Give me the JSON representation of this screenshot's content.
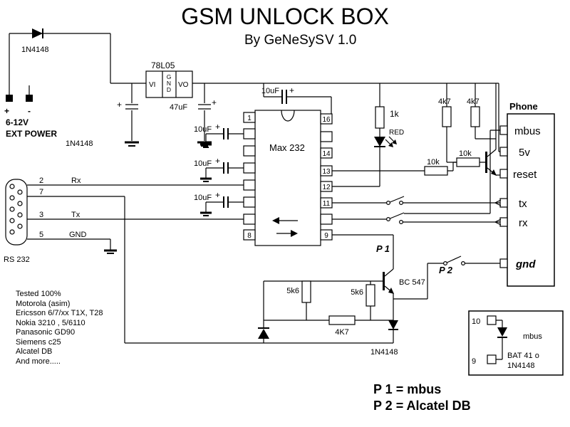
{
  "title": "GSM UNLOCK BOX",
  "byline": {
    "by": "By GeNeSyS",
    "version": "V 1.0"
  },
  "power": {
    "plus": "+",
    "minus": "-",
    "voltage": "6-12V",
    "label": "EXT POWER"
  },
  "diodes": {
    "d1": "1N4148",
    "d2": "1N4148",
    "d3": "1N4148"
  },
  "regulator": {
    "name": "78L05",
    "vi": "VI",
    "g": "G",
    "n": "N",
    "d": "D",
    "vo": "VO",
    "cap_47uf": "47uF"
  },
  "capacitors": {
    "plus": "+",
    "c_top": "10uF",
    "c_a": "10uF",
    "c_b": "10uF",
    "c_c": "10uF"
  },
  "ic": {
    "name": "Max 232",
    "pin1": "1",
    "pin8": "8",
    "pin16": "16",
    "pin14": "14",
    "pin13": "13",
    "pin12": "12",
    "pin11": "11",
    "pin9": "9"
  },
  "serial": {
    "connector": "RS 232",
    "pin2": "2",
    "rx": "Rx",
    "pin7": "7",
    "pin3": "3",
    "tx": "Tx",
    "pin5": "5",
    "gnd": "GND"
  },
  "resistors": {
    "r_1k": "1k",
    "led": "RED",
    "r_4k7_a": "4k7",
    "r_4k7_b": "4k7",
    "r_10k_a": "10k",
    "r_10k_b": "10k",
    "r_5k6_a": "5k6",
    "r_5k6_b": "5k6",
    "r_4k7_c": "4K7"
  },
  "transistor": {
    "bc547": "BC 547"
  },
  "phone": {
    "title": "Phone",
    "mbus": "mbus",
    "v5": "5v",
    "reset": "reset",
    "tx": "tx",
    "rx": "rx",
    "gnd": "gnd"
  },
  "switches": {
    "p1": "P 1",
    "p2": "P 2"
  },
  "tested": {
    "lines": [
      "Tested 100%",
      "Motorola (asim)",
      "Ericsson 6/7/xx T1X, T28",
      "Nokia 3210 , 5/6110",
      "Panasonic GD90",
      "Siemens c25",
      "Alcatel DB",
      "And more....."
    ]
  },
  "adapter": {
    "pin10": "10",
    "pin9": "9",
    "mbus": "mbus",
    "part1": "BAT 41 o",
    "part2": "1N4148"
  },
  "legend": {
    "p1": "P 1 = mbus",
    "p2": "P 2 = Alcatel DB"
  }
}
